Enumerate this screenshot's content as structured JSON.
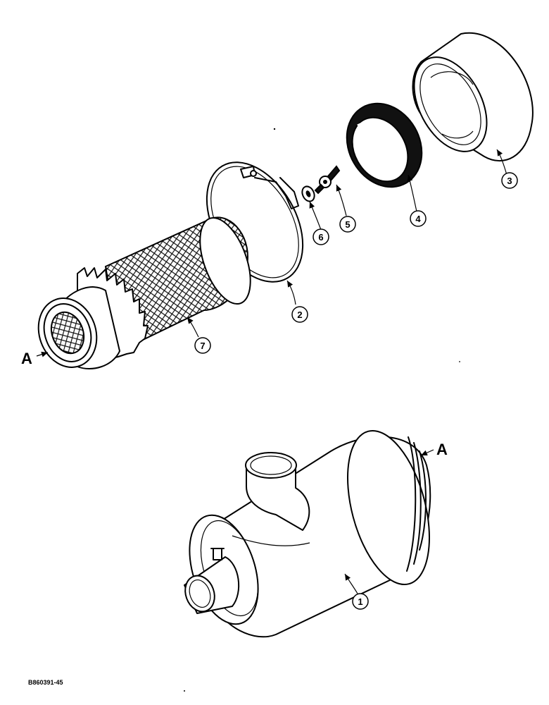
{
  "diagram": {
    "callouts": [
      {
        "id": "part-1",
        "label": "1"
      },
      {
        "id": "part-2",
        "label": "2"
      },
      {
        "id": "part-3",
        "label": "3"
      },
      {
        "id": "part-4",
        "label": "4"
      },
      {
        "id": "part-5",
        "label": "5"
      },
      {
        "id": "part-6",
        "label": "6"
      },
      {
        "id": "part-7",
        "label": "7"
      }
    ],
    "reference_letter_filter": "A",
    "reference_letter_housing": "A",
    "figure_id": "B860391-45"
  }
}
